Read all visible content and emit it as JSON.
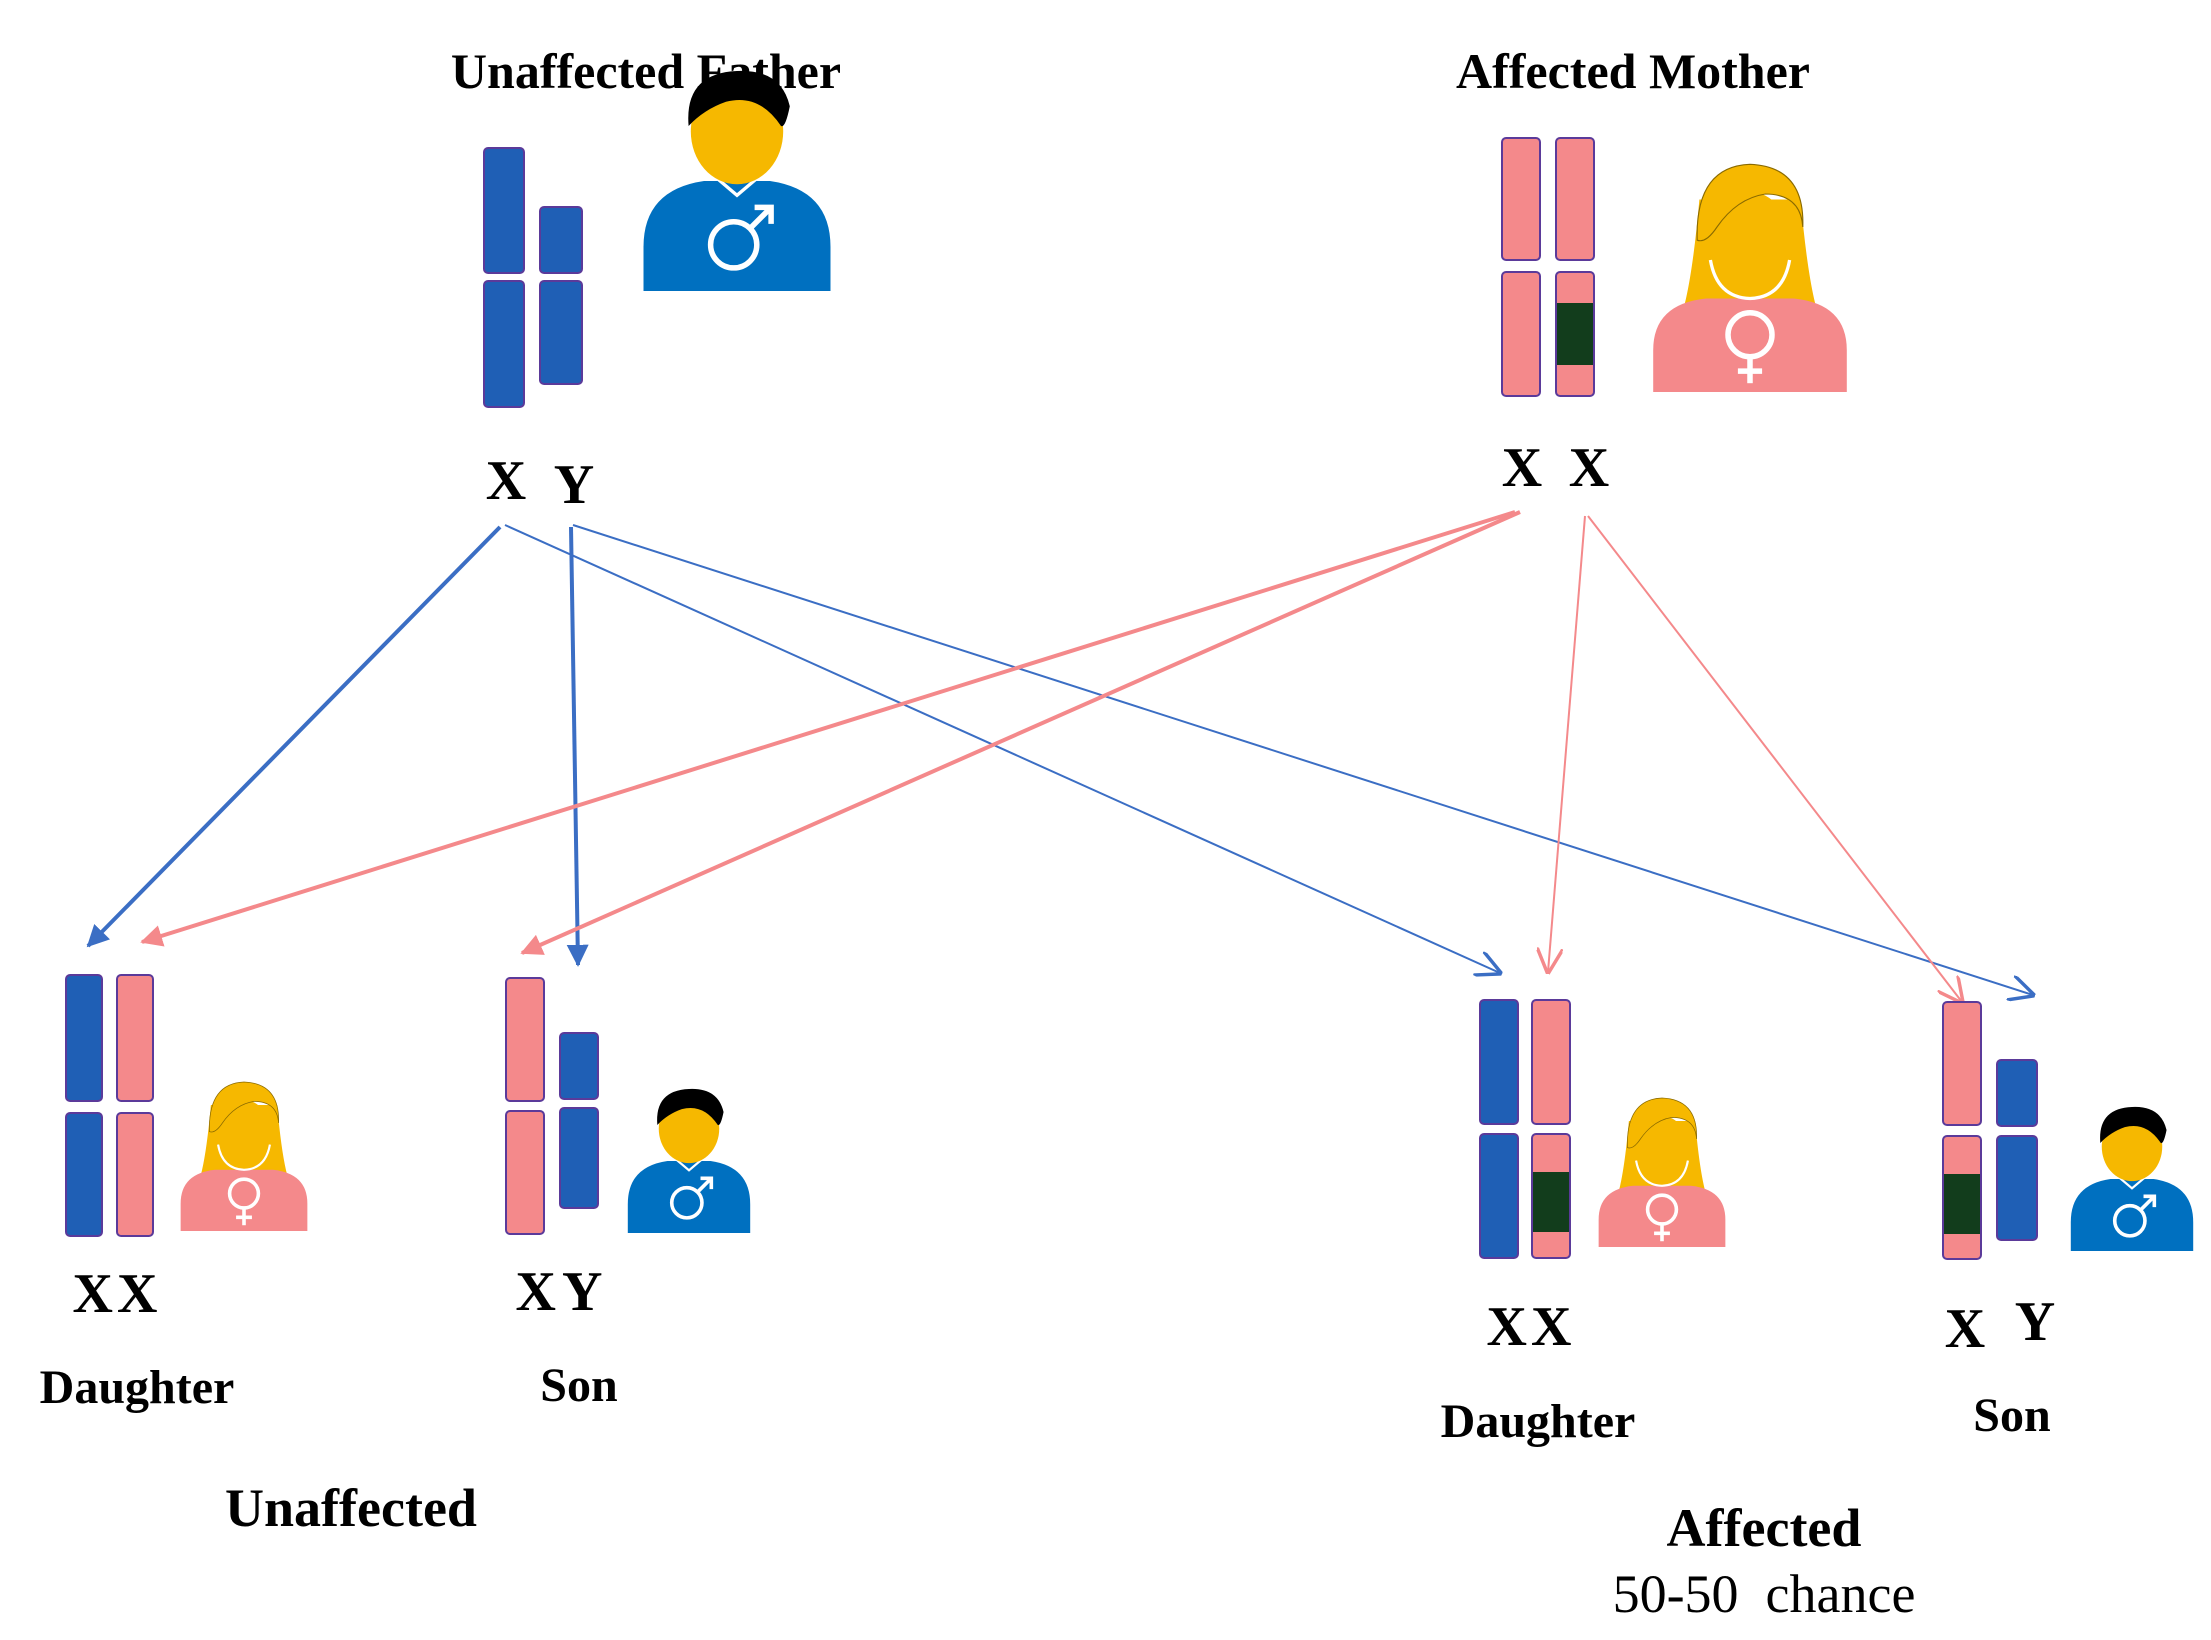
{
  "colors": {
    "male_chromosome": "#1f5fb5",
    "female_chromosome": "#f4898b",
    "mutation_band": "#123d1c",
    "outline": "#5b3a9a",
    "skin": "#f6b800",
    "hair": "#000000",
    "male_shirt": "#0070c0",
    "female_shirt": "#f4898b",
    "male_arrow": "#3b6ec4",
    "female_arrow": "#f4898b"
  },
  "icons": {
    "male": "male-symbol-icon",
    "female": "female-symbol-icon",
    "arrow": "arrowhead-icon"
  },
  "parents": {
    "father": {
      "title": "Unaffected Father",
      "genotype_x": "X",
      "genotype_y": "Y"
    },
    "mother": {
      "title": "Affected Mother",
      "genotype_x1": "X",
      "genotype_x2": "X"
    }
  },
  "children": {
    "unaffected_daughter": {
      "genotype": "XX",
      "label": "Daughter"
    },
    "unaffected_son": {
      "genotype": "XY",
      "label": "Son"
    },
    "affected_daughter": {
      "genotype": "XX",
      "label": "Daughter"
    },
    "affected_son": {
      "genotype_x": "X",
      "genotype_y": "Y",
      "label": "Son"
    }
  },
  "groups": {
    "unaffected": "Unaffected",
    "affected": "Affected",
    "affected_note": "50-50  chance"
  }
}
